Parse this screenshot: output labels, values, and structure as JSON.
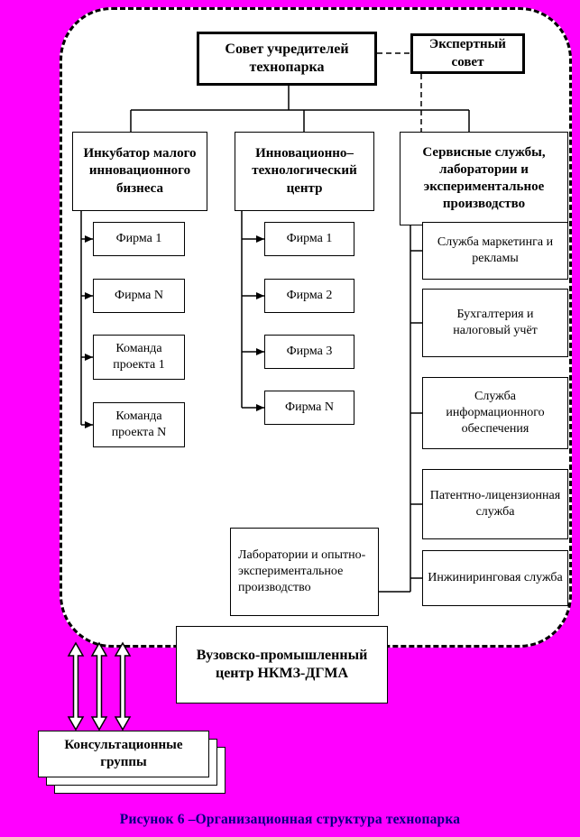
{
  "background_color": "#FF00FF",
  "caption": {
    "text": "Рисунок 6 –Организационная структура технопарка",
    "color": "#000080"
  },
  "chart": {
    "council": "Совет учредителей технопарка",
    "expert_council": "Экспертный совет",
    "branches": {
      "incubator": {
        "title": "Инкубатор малого инновационного бизнеса",
        "children": [
          "Фирма 1",
          "Фирма N",
          "Команда проекта 1",
          "Команда проекта N"
        ]
      },
      "itc": {
        "title": "Инновационно–технологический центр",
        "children": [
          "Фирма 1",
          "Фирма 2",
          "Фирма 3",
          "Фирма N"
        ]
      },
      "services": {
        "title": "Сервисные службы, лаборатории и экспериментальное производство",
        "children": [
          "Служба маркетинга и рекламы",
          "Бухгалтерия и налоговый учёт",
          "Служба информационного обеспечения",
          "Патентно-лицензионная служба",
          "Инжиниринговая служба"
        ]
      }
    },
    "lab": "Лаборатории и опытно-экспериментальное производство",
    "university_center": "Вузовско-промышленный центр НКМЗ-ДГМА",
    "consulting": "Консультационные группы"
  }
}
